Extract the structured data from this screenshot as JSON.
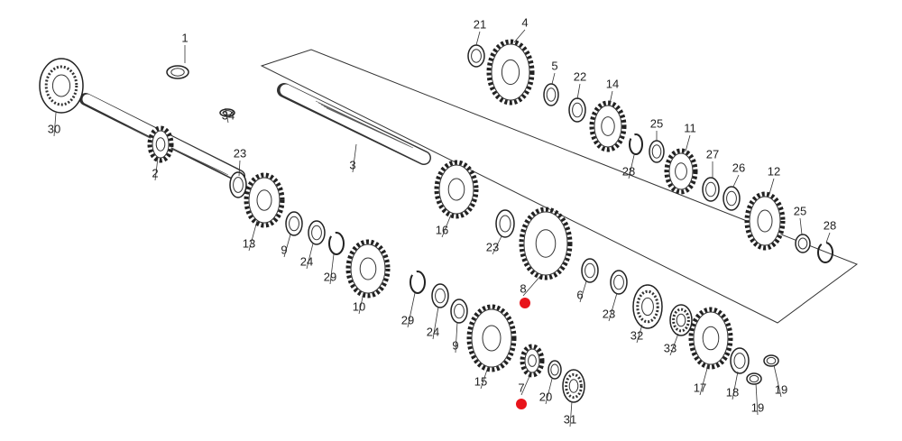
{
  "diagram": {
    "type": "exploded parts diagram - transmission",
    "highlight_color": "#e8141b",
    "labels": [
      "1",
      "34",
      "30",
      "2",
      "23",
      "13",
      "9",
      "24",
      "29",
      "10",
      "29",
      "24",
      "9",
      "15",
      "7",
      "8",
      "20",
      "31",
      "3",
      "16",
      "23",
      "6",
      "23",
      "32",
      "33",
      "17",
      "18",
      "19",
      "19",
      "21",
      "4",
      "5",
      "22",
      "14",
      "25",
      "11",
      "28",
      "27",
      "26",
      "12",
      "25",
      "28"
    ],
    "highlighted": [
      "8",
      "7"
    ]
  }
}
